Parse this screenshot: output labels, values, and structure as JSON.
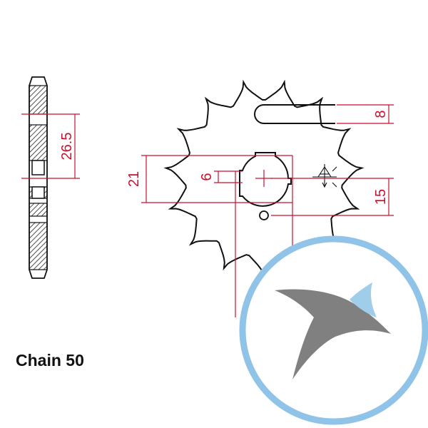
{
  "diagram": {
    "caption": "Chain 50",
    "dimensions": {
      "side_width": "26.5",
      "slot_width": "8",
      "hub_height": "21",
      "bore_key": "6",
      "hole_offset": "15"
    }
  },
  "colors": {
    "outline": "#111111",
    "dimension": "#c8102e",
    "hatch": "#222222",
    "logo_ring": "#8fc3e8",
    "logo_dark": "#808080",
    "logo_light": "#9fcdea"
  },
  "sprocket": {
    "teeth": 15
  },
  "logo": {
    "icon": "bird-logo-icon"
  }
}
